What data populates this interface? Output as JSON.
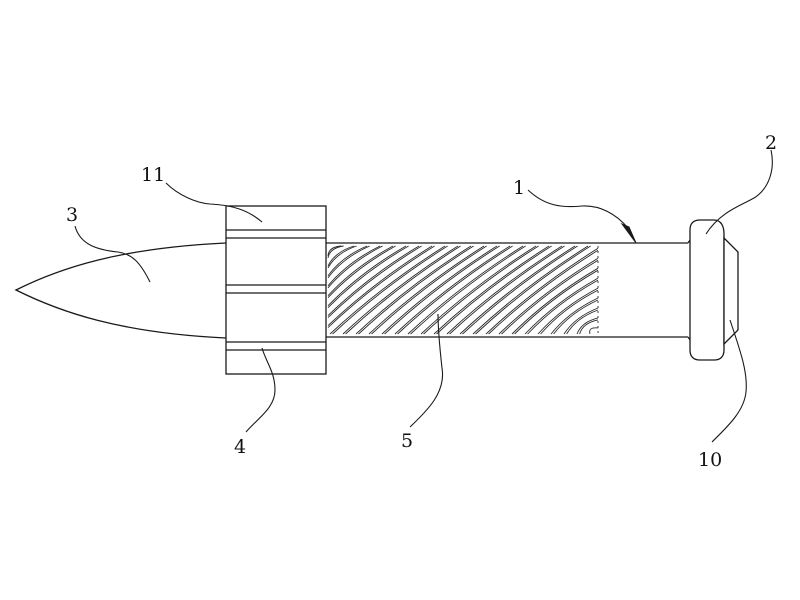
{
  "labels": {
    "l1": "1",
    "l2": "2",
    "l3": "3",
    "l4": "4",
    "l5": "5",
    "l10": "10",
    "l11": "11"
  },
  "colors": {
    "line": "#1a1a1a",
    "background": "#ffffff"
  }
}
